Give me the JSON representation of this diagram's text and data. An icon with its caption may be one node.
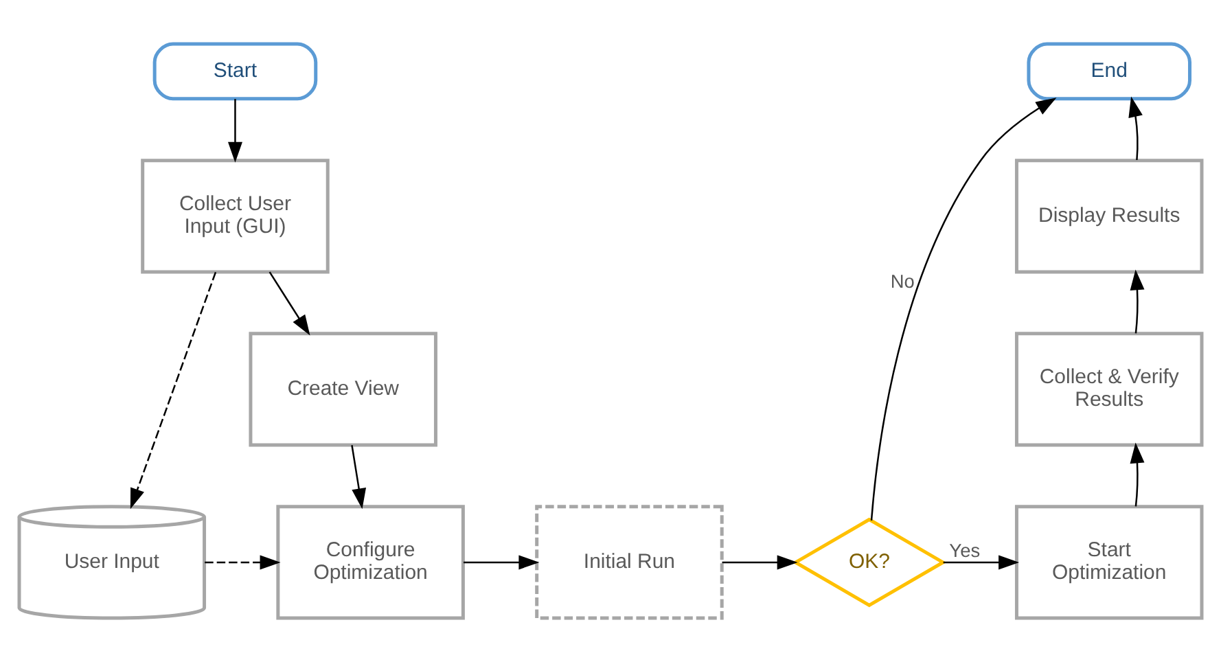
{
  "diagram": {
    "nodes": [
      {
        "text": [
          "Start"
        ]
      },
      {
        "text": [
          "Collect User Input (GUI)"
        ]
      },
      {
        "text": [
          "Create View"
        ]
      },
      {
        "text": [
          "User Input"
        ]
      },
      {
        "text": [
          "Configure Optimization"
        ]
      },
      {
        "text": [
          "Initial Run"
        ]
      },
      {
        "text": [
          "OK?"
        ]
      },
      {
        "text": [
          "Start Optimization"
        ]
      },
      {
        "text": [
          "Collect & Verify Results"
        ]
      },
      {
        "text": [
          "Display Results"
        ]
      },
      {
        "text": [
          "End"
        ]
      }
    ],
    "edges": [
      {
        "from": 0,
        "to": 1,
        "arrow": "to"
      },
      {
        "from": 1,
        "to": 2,
        "arrow": "to"
      },
      {
        "from": 1,
        "to": 3,
        "arrow": "to",
        "style": "dashed"
      },
      {
        "from": 2,
        "to": 4,
        "arrow": "to"
      },
      {
        "from": 3,
        "to": 4,
        "arrow": "to",
        "style": "dashed"
      },
      {
        "from": 4,
        "to": 5,
        "arrow": "to"
      },
      {
        "from": 5,
        "to": 6,
        "arrow": "to"
      },
      {
        "from": 6,
        "to": 7,
        "arrow": "to",
        "label": "Yes"
      },
      {
        "from": 6,
        "to": 10,
        "arrow": "to",
        "label": "No"
      },
      {
        "from": 7,
        "to": 8,
        "arrow": "to"
      },
      {
        "from": 8,
        "to": 9,
        "arrow": "to"
      },
      {
        "from": 9,
        "to": 10,
        "arrow": "to"
      }
    ]
  }
}
